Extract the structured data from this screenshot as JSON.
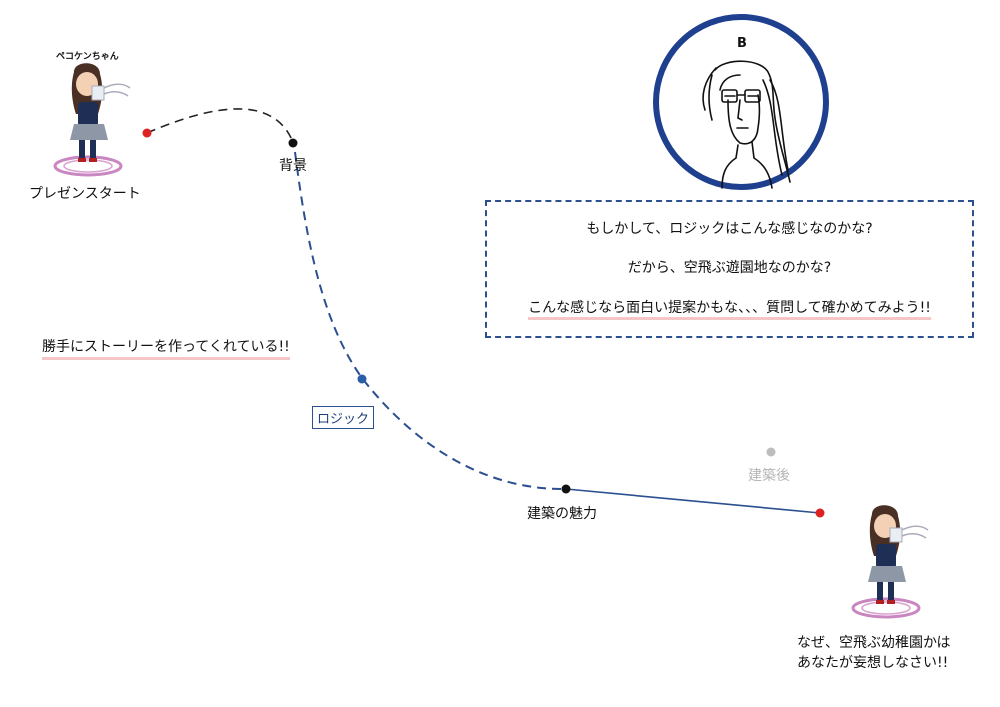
{
  "characters": {
    "start_name": "ペコケンちゃん"
  },
  "labels": {
    "start": "プレゼンスタート",
    "background": "背景",
    "logic": "ロジック",
    "appeal": "建築の魅力",
    "after": "建築後",
    "story_note": "勝手にストーリーを作ってくれている!!",
    "end_line1": "なぜ、空飛ぶ幼稚園かは",
    "end_line2": "あなたが妄想しなさい!!"
  },
  "avatar": {
    "letter": "B"
  },
  "thought_box": {
    "line1": "もしかして、ロジックはこんな感じなのかな?",
    "line2": "だから、空飛ぶ遊園地なのかな?",
    "line3": "こんな感じなら面白い提案かもな、、、質問して確かめてみよう!!"
  },
  "colors": {
    "path_blue": "#2b4f8f",
    "node_red": "#dd2222",
    "circle_blue": "#1f3f8f",
    "highlight_pink": "#f5c6c6"
  }
}
